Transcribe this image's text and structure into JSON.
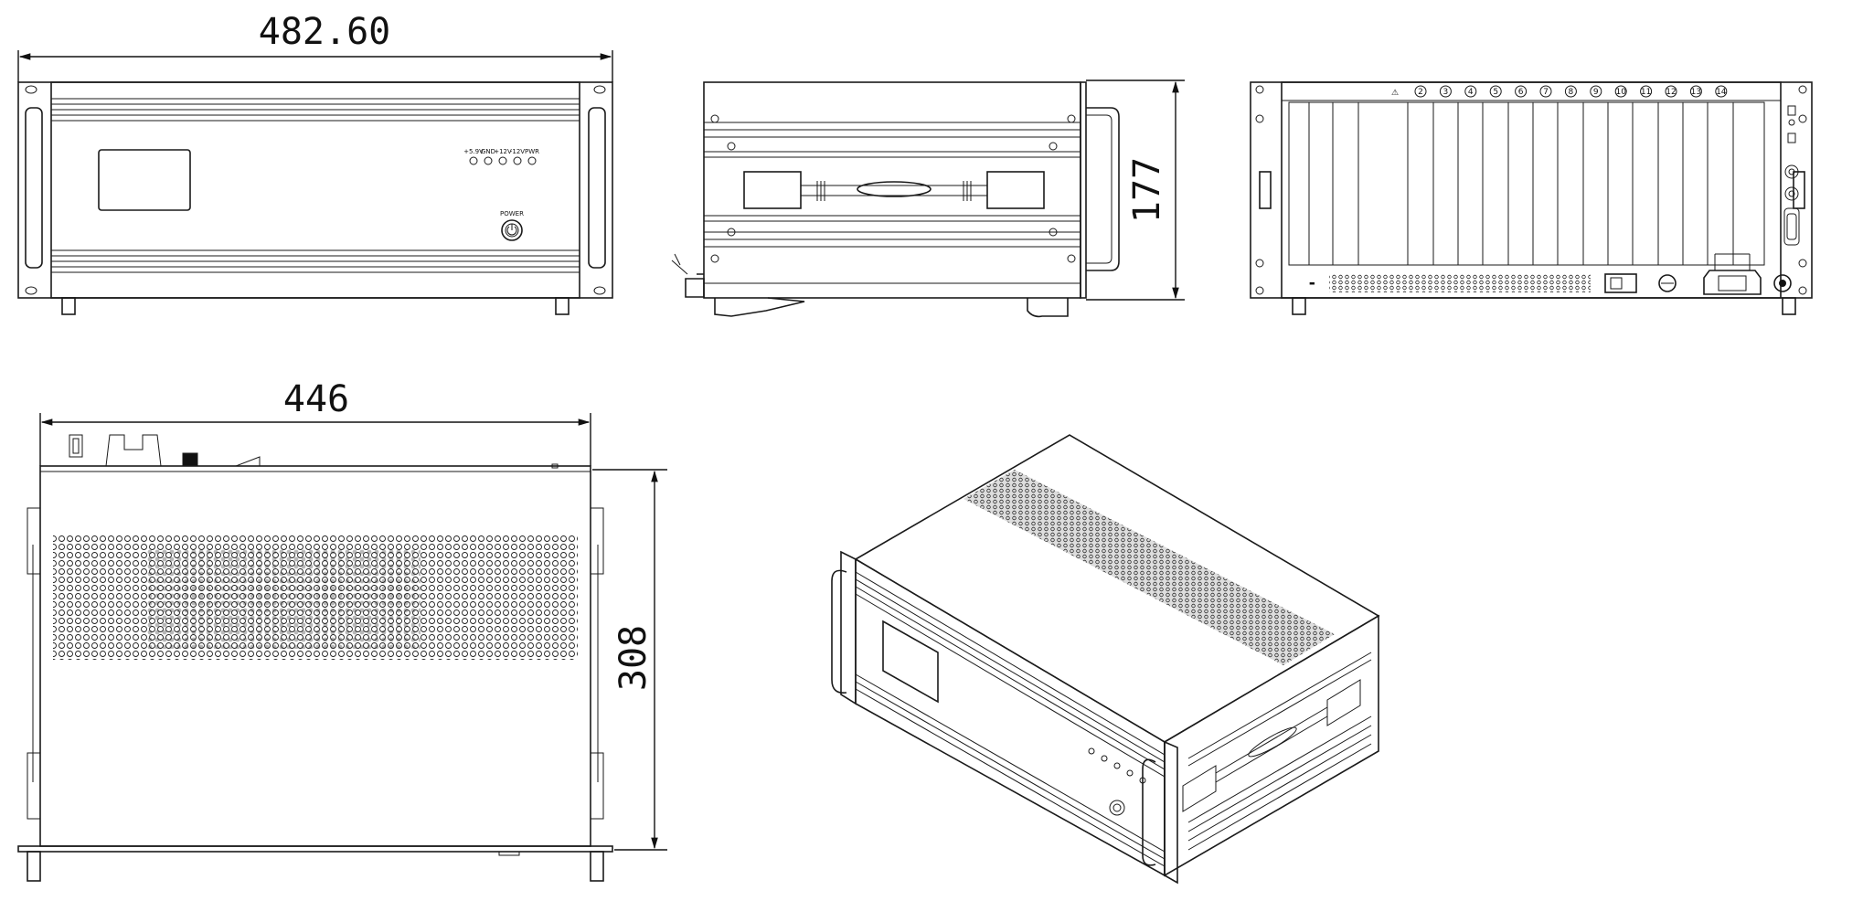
{
  "dimensions": {
    "front_width": "482.60",
    "height": "177",
    "top_width": "446",
    "depth": "308"
  },
  "front_panel": {
    "led_labels": [
      "+5.9V",
      "GND",
      "+12V",
      "-12V",
      "PWR"
    ],
    "power_label": "POWER"
  },
  "rear_panel": {
    "slot_numbers": [
      "2",
      "3",
      "4",
      "5",
      "6",
      "7",
      "8",
      "9",
      "10",
      "11",
      "12",
      "13",
      "14"
    ],
    "warning_symbol": "⚠"
  }
}
